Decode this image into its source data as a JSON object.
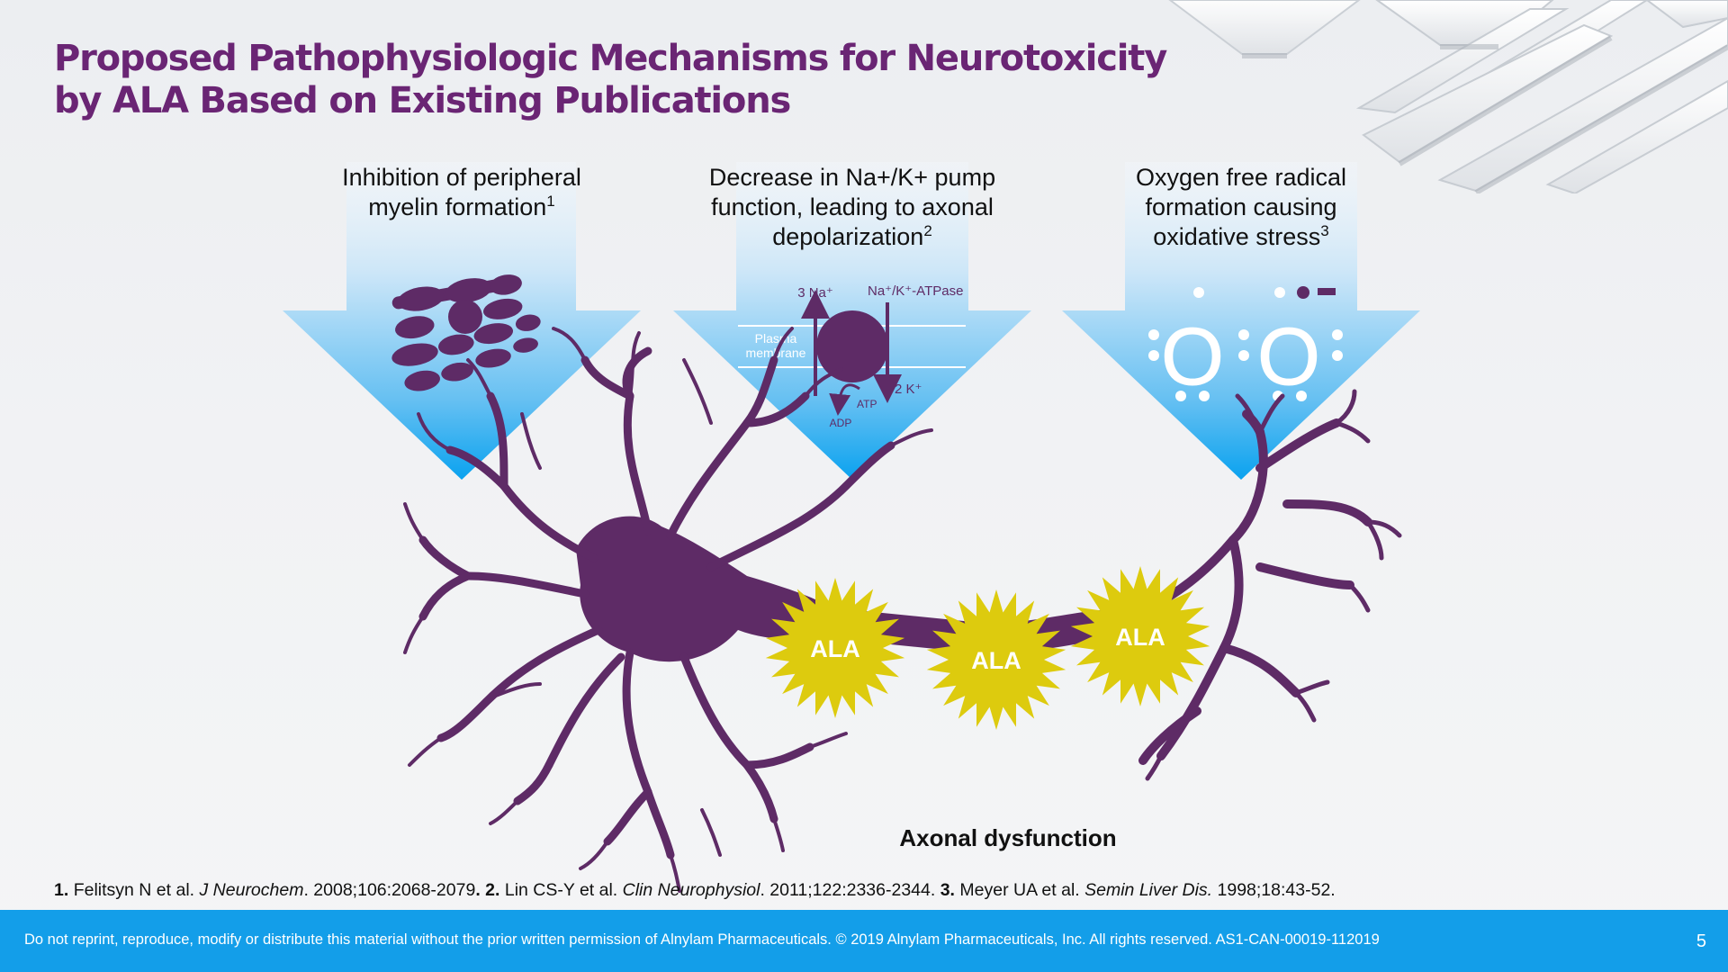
{
  "slide": {
    "title_line1": "Proposed Pathophysiologic Mechanisms for Neurotoxicity",
    "title_line2": "by ALA Based on Existing Publications",
    "page_number": "5"
  },
  "mechanisms": [
    {
      "line1": "Inhibition of peripheral",
      "line2": "myelin formation",
      "line3": "",
      "ref": "1",
      "icon": "myelin-icon"
    },
    {
      "line1": "Decrease in Na+/K+ pump",
      "line2": "function, leading to axonal",
      "line3": "depolarization",
      "ref": "2",
      "icon": "sodium-potassium-pump-icon"
    },
    {
      "line1": "Oxygen free radical",
      "line2": "formation causing",
      "line3": "oxidative stress",
      "ref": "3",
      "icon": "superoxide-radical-icon"
    }
  ],
  "pump_diagram": {
    "sodium": "3 Na⁺",
    "pump": "Na⁺/K⁺-ATPase",
    "membrane": [
      "Plasma",
      "membrane"
    ],
    "potassium": "2 K⁺",
    "atp": "ATP",
    "adp": "ADP"
  },
  "radical": {
    "atom": "O",
    "charge": "–"
  },
  "ala_label": "ALA",
  "caption": "Axonal dysfunction",
  "references": [
    {
      "num": "1.",
      "authors": "Felitsyn N et al.",
      "journal": "J Neurochem",
      "details": ". 2008;106:2068-2079",
      "end": "."
    },
    {
      "num": "2.",
      "authors": "Lin CS-Y et al.",
      "journal": "Clin Neurophysiol",
      "details": ". 2011;122:2336-2344.",
      "end": ""
    },
    {
      "num": "3.",
      "authors": "Meyer UA et al.",
      "journal": "Semin Liver Dis.",
      "details": " 1998;18:43-52.",
      "end": ""
    }
  ],
  "footer": {
    "notice": "Do not reprint, reproduce, modify or distribute this material without the prior written permission of Alnylam Pharmaceuticals. © 2019 Alnylam Pharmaceuticals, Inc.  All rights reserved. AS1-CAN-00019-112019"
  },
  "colors": {
    "title": "#6a2574",
    "neuron": "#5e2b66",
    "ala_burst": "#ddcb0e",
    "arrow_top": "#e4f1fb",
    "arrow_bottom": "#0aa2ef",
    "footer": "#139ee9"
  }
}
